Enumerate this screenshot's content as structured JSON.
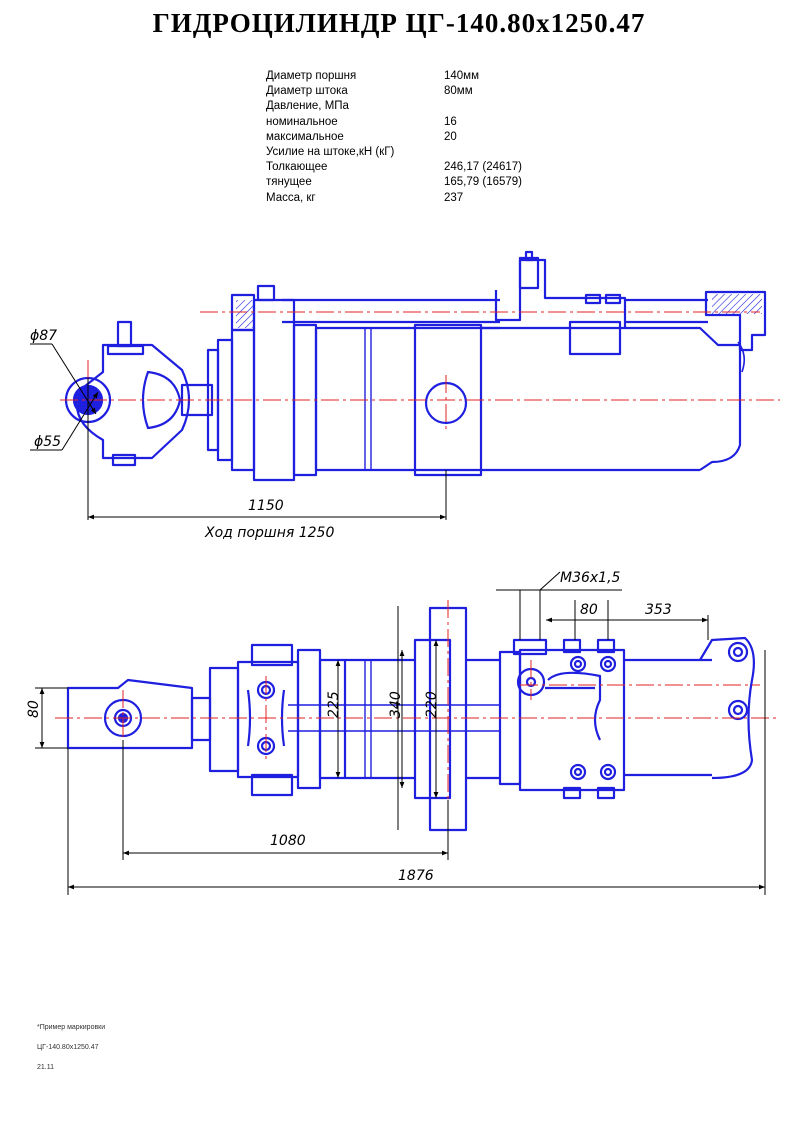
{
  "title": "ГИДРОЦИЛИНДР  ЦГ-140.80х1250.47",
  "specs": [
    {
      "label": "Диаметр поршня",
      "value": "140мм"
    },
    {
      "label": "Диаметр штока",
      "value": "80мм"
    },
    {
      "label": "Давление, МПа",
      "value": ""
    },
    {
      "label": "номинальное",
      "value": "16"
    },
    {
      "label": "максимальное",
      "value": "20"
    },
    {
      "label": "Усилие на штоке,кН (кГ)",
      "value": ""
    },
    {
      "label": "Толкающее",
      "value": "246,17  (24617)"
    },
    {
      "label": "тянущее",
      "value": "165,79   (16579)"
    },
    {
      "label": "Масса, кг",
      "value": "237"
    }
  ],
  "dimensions": {
    "eye_outer": "ϕ87",
    "eye_inner": "ϕ55",
    "len_1150": "1150",
    "stroke": "Ход поршня 1250",
    "thread": "M36x1,5",
    "d80": "80",
    "d353": "353",
    "h80": "80",
    "h225": "225",
    "h340": "340",
    "h220": "220",
    "len_1080": "1080",
    "len_1876": "1876"
  },
  "notes": {
    "line1": "*Пример маркировки",
    "line2": "ЦГ-140.80x1250.47",
    "line3": "21.11"
  },
  "colors": {
    "drawing": "#1f1fe0",
    "center": "#e02020",
    "dim": "#000000"
  }
}
